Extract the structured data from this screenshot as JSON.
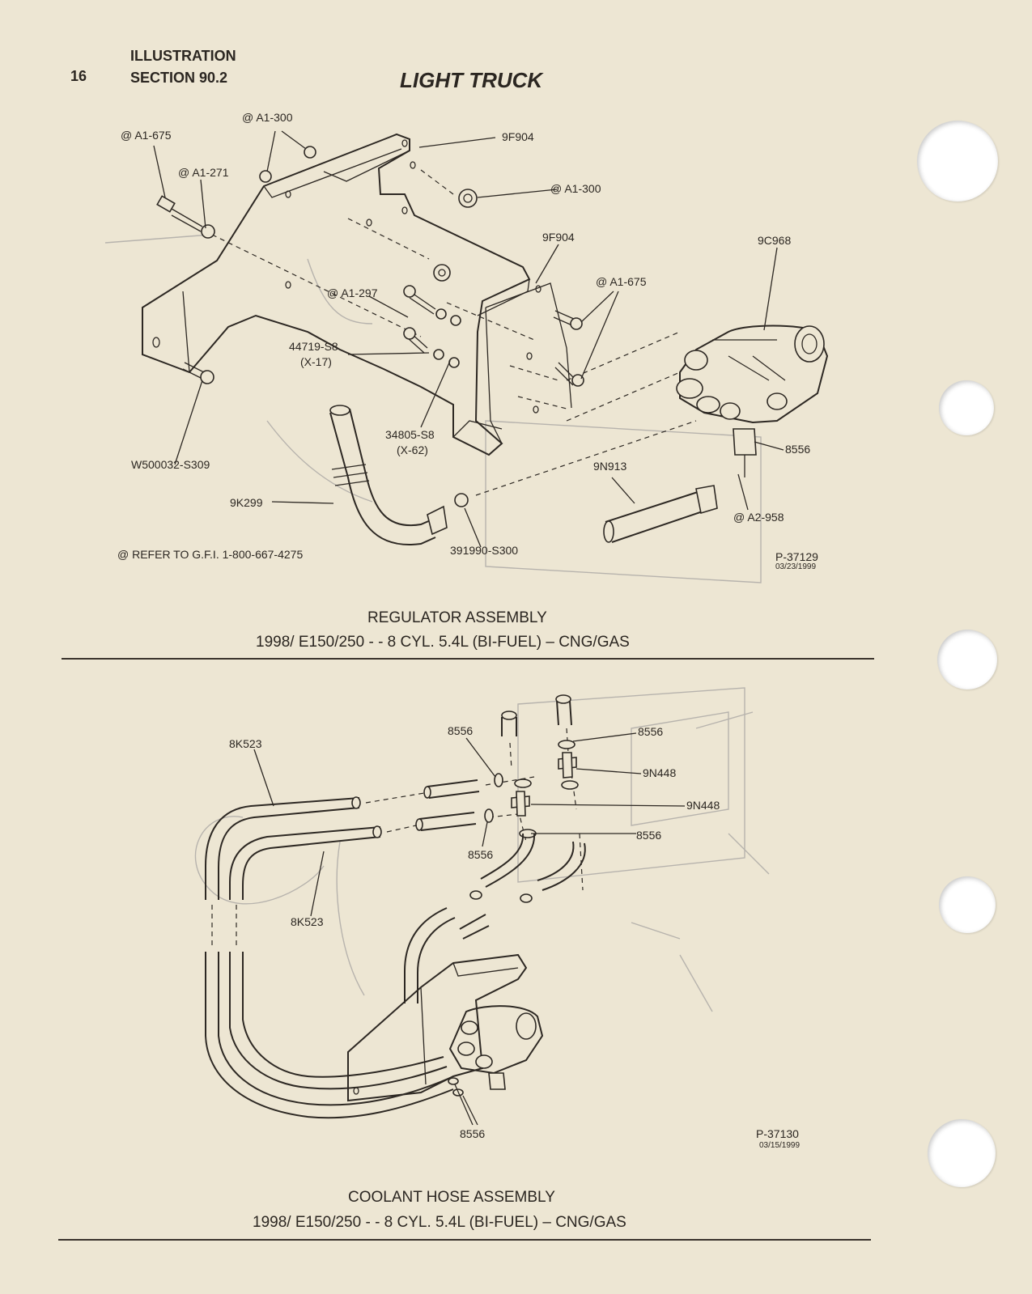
{
  "header": {
    "page_number": "16",
    "line1": "ILLUSTRATION",
    "line2": "SECTION 90.2",
    "heading": "LIGHT TRUCK"
  },
  "top_diagram": {
    "labels": {
      "a1_675_top": "@ A1-675",
      "a1_300_top": "@ A1-300",
      "a1_271": "@ A1-271",
      "9f904_top": "9F904",
      "a1_300_right": "@ A1-300",
      "9f904_mid": "9F904",
      "9c968": "9C968",
      "a1_675_right": "@ A1-675",
      "a1_297": "@ A1-297",
      "44719_s8": "44719-S8",
      "x17": "(X-17)",
      "34805_s8": "34805-S8",
      "x62": "(X-62)",
      "w500032": "W500032-S309",
      "8556": "8556",
      "9n913": "9N913",
      "9k299": "9K299",
      "a2_958": "@ A2-958",
      "391990": "391990-S300"
    },
    "note": "@ REFER TO G.F.I. 1-800-667-4275",
    "ref": "P-37129",
    "ref_date": "03/23/1999",
    "title": "REGULATOR ASSEMBLY",
    "subtitle": "1998/ E150/250 - - 8 CYL. 5.4L (BI-FUEL) – CNG/GAS"
  },
  "bottom_diagram": {
    "labels": {
      "8556_top_left": "8556",
      "8556_top_right": "8556",
      "8k523_top": "8K523",
      "9n448_upper": "9N448",
      "9n448_lower": "9N448",
      "8556_right": "8556",
      "8556_mid": "8556",
      "8k523_bottom": "8K523",
      "8556_bottom": "8556"
    },
    "ref": "P-37130",
    "ref_date": "03/15/1999",
    "title": "COOLANT HOSE ASSEMBLY",
    "subtitle": "1998/ E150/250 - - 8 CYL. 5.4L (BI-FUEL) – CNG/GAS"
  }
}
